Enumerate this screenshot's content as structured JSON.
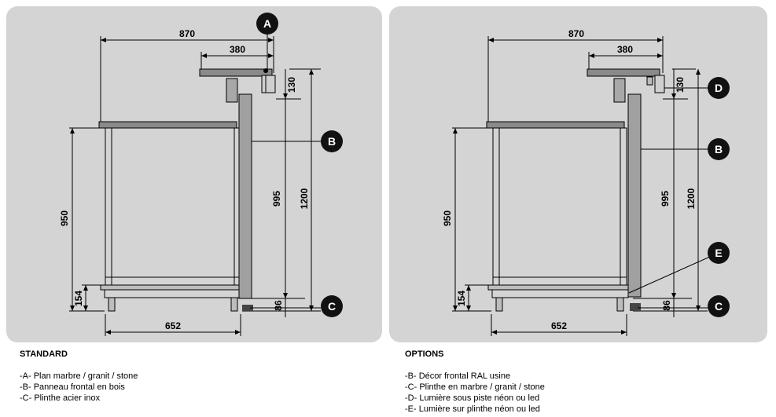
{
  "standard": {
    "heading": "STANDARD",
    "dims": {
      "width_total": "870",
      "width_top": "380",
      "top_h": "130",
      "h_995": "995",
      "h_1200": "1200",
      "h_950": "950",
      "h_154": "154",
      "h_86": "86",
      "depth_652": "652"
    },
    "callouts": [
      "A",
      "B",
      "C"
    ],
    "items": [
      "-A- Plan marbre / granit / stone",
      "-B- Panneau frontal en bois",
      "-C- Plinthe acier inox"
    ]
  },
  "options": {
    "heading": "OPTIONS",
    "dims": {
      "width_total": "870",
      "width_top": "380",
      "top_h": "130",
      "h_995": "995",
      "h_1200": "1200",
      "h_950": "950",
      "h_154": "154",
      "h_86": "86",
      "depth_652": "652"
    },
    "callouts": [
      "D",
      "B",
      "E",
      "C"
    ],
    "items": [
      "-B- Décor frontal RAL usine",
      "-C- Plinthe en marbre / granit / stone",
      "-D- Lumière sous piste néon ou led",
      "-E- Lumière sur plinthe néon ou led"
    ]
  },
  "colors": {
    "panel_bg": "#d4d4d4",
    "line": "#000000",
    "counter_top": "#8a8a8a",
    "callout_bg": "#111111"
  }
}
